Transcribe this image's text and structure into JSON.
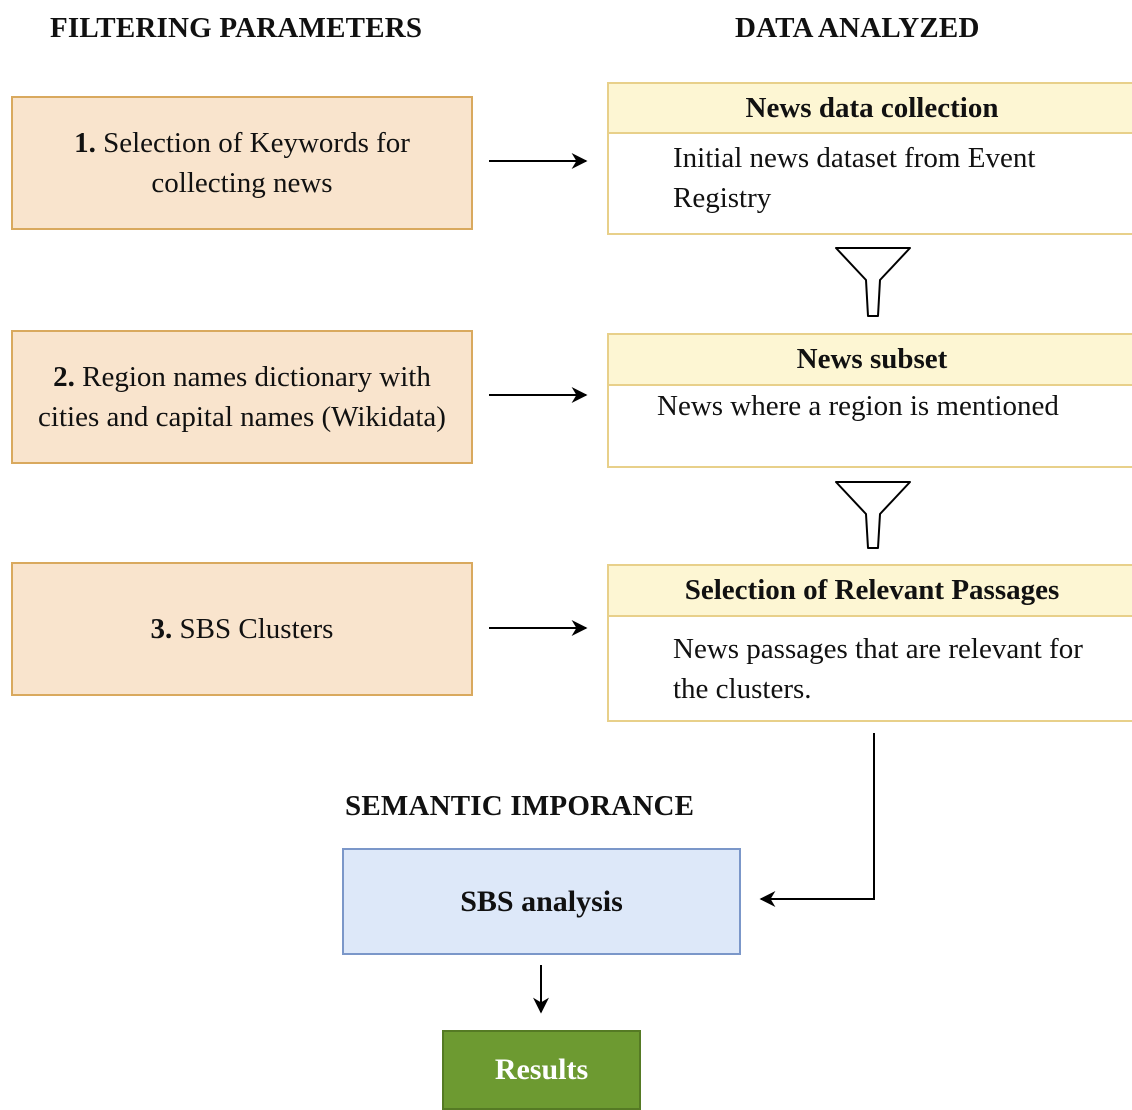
{
  "headings": {
    "filtering": "FILTERING PARAMETERS",
    "data": "DATA ANALYZED",
    "semantic": "SEMANTIC IMPORANCE"
  },
  "params": [
    {
      "num": "1.",
      "text": " Selection of Keywords for collecting news"
    },
    {
      "num": "2.",
      "text": " Region names dictionary with cities and capital names (Wikidata)"
    },
    {
      "num": "3.",
      "text": " SBS Clusters"
    }
  ],
  "data_boxes": [
    {
      "title": "News data collection",
      "body": "Initial news dataset from Event Registry"
    },
    {
      "title": "News subset",
      "body": "News where a region is mentioned"
    },
    {
      "title": "Selection of Relevant Passages",
      "body": "News passages that are relevant for the clusters."
    }
  ],
  "analysis": {
    "label": "SBS analysis"
  },
  "results": {
    "label": "Results"
  },
  "colors": {
    "param_fill": "#f9e4cd",
    "param_border": "#d9a95e",
    "data_header_fill": "#fdf6d3",
    "data_border": "#e8d08a",
    "analysis_fill": "#dde8f9",
    "analysis_border": "#7b97c9",
    "results_fill": "#6d9a31"
  }
}
